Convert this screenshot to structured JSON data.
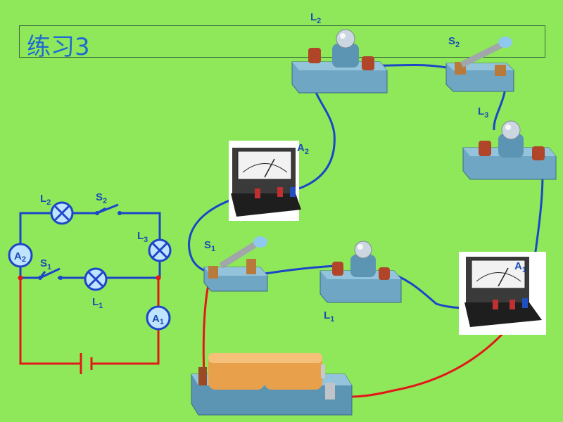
{
  "title": "练习3",
  "colors": {
    "background": "#8fe85a",
    "title": "#1e6ad2",
    "wire_blue": "#1d45c8",
    "wire_red": "#e21818",
    "label": "#1b4db3",
    "board": "#6ea6c4",
    "lamp_dot": "#bfe4ff"
  },
  "schematic": {
    "lamp_top": {
      "letter": "L",
      "sub": "2"
    },
    "switch_top": {
      "letter": "S",
      "sub": "2"
    },
    "lamp_right": {
      "letter": "L",
      "sub": "3"
    },
    "ammeter_left": {
      "letter": "A",
      "sub": "2"
    },
    "switch_mid": {
      "letter": "S",
      "sub": "1"
    },
    "lamp_mid": {
      "letter": "L",
      "sub": "1"
    },
    "ammeter_right": {
      "letter": "A",
      "sub": "1"
    }
  },
  "pictorial": {
    "bulb_top": {
      "letter": "L",
      "sub": "2"
    },
    "switch_top": {
      "letter": "S",
      "sub": "2"
    },
    "bulb_right": {
      "letter": "L",
      "sub": "3"
    },
    "meter_top": {
      "letter": "A",
      "sub": "2"
    },
    "switch_left": {
      "letter": "S",
      "sub": "1"
    },
    "bulb_mid": {
      "letter": "L",
      "sub": "1"
    },
    "meter_right": {
      "letter": "A",
      "sub": "1"
    }
  }
}
